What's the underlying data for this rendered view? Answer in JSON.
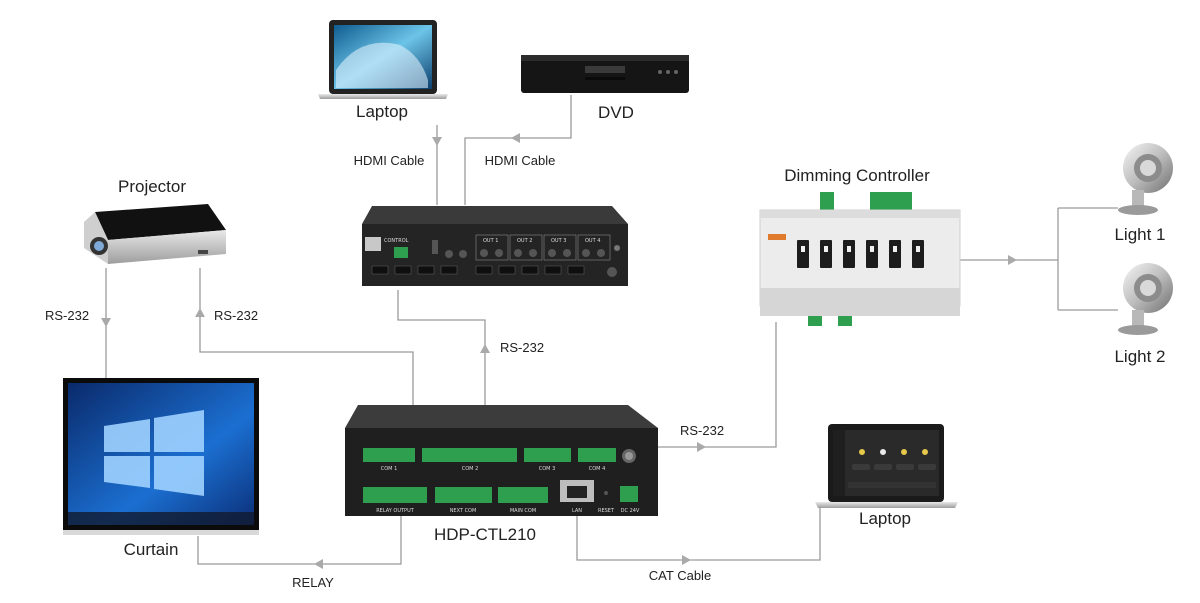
{
  "devices": {
    "laptop_top": "Laptop",
    "dvd": "DVD",
    "projector": "Projector",
    "curtain": "Curtain",
    "controller": "HDP-CTL210",
    "dimming": "Dimming Controller",
    "light1": "Light 1",
    "light2": "Light 2",
    "laptop_right": "Laptop"
  },
  "connections": {
    "hdmi_laptop": "HDMI Cable",
    "hdmi_dvd": "HDMI Cable",
    "rs232_proj_down": "RS-232",
    "rs232_proj_up": "RS-232",
    "rs232_matrix": "RS-232",
    "rs232_dimming": "RS-232",
    "relay": "RELAY",
    "cat": "CAT Cable"
  },
  "controller_ports": {
    "relay_output": "RELAY OUTPUT",
    "next_com": "NEXT COM",
    "main_com": "MAIN COM",
    "lan": "LAN",
    "reset": "RESET",
    "dc": "DC 24V",
    "com1": "COM 1",
    "com2": "COM 2",
    "com3": "COM 3",
    "com4": "COM 4"
  },
  "matrix_ports": {
    "control": "CONTROL",
    "out1": "OUT 1",
    "out2": "OUT 2",
    "out3": "OUT 3",
    "out4": "OUT 4"
  },
  "colors": {
    "wire": "#9a9a9a",
    "device_dark": "#2b2b2b",
    "terminal_green": "#2e9e4f"
  }
}
